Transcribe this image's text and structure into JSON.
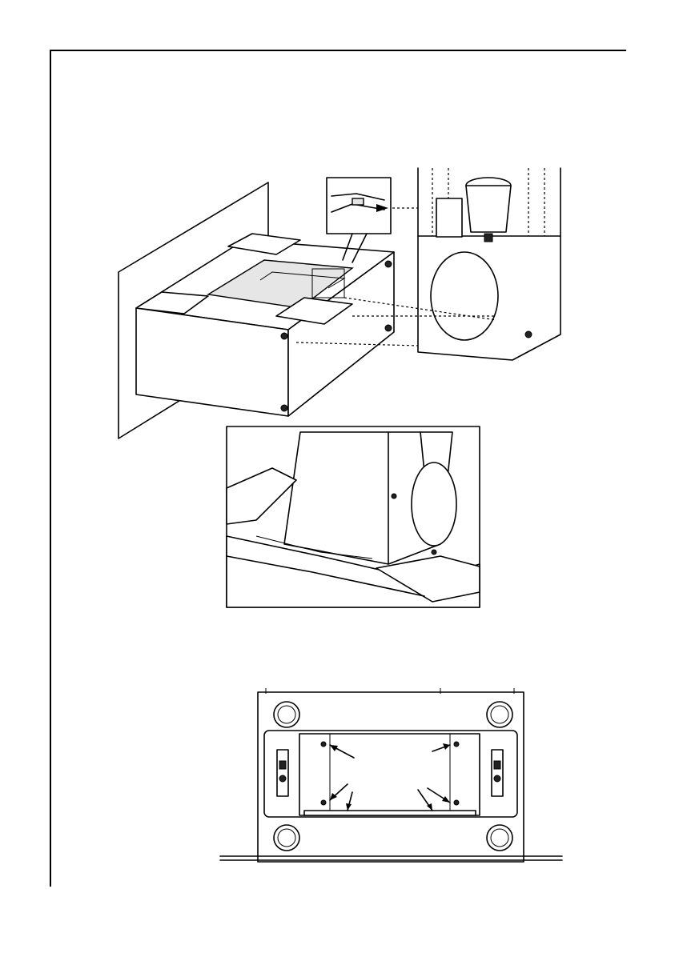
{
  "page": {
    "figures": [
      {
        "id": "hood-box-insertion"
      },
      {
        "id": "hood-box-detail"
      },
      {
        "id": "hood-underside-view"
      }
    ]
  }
}
